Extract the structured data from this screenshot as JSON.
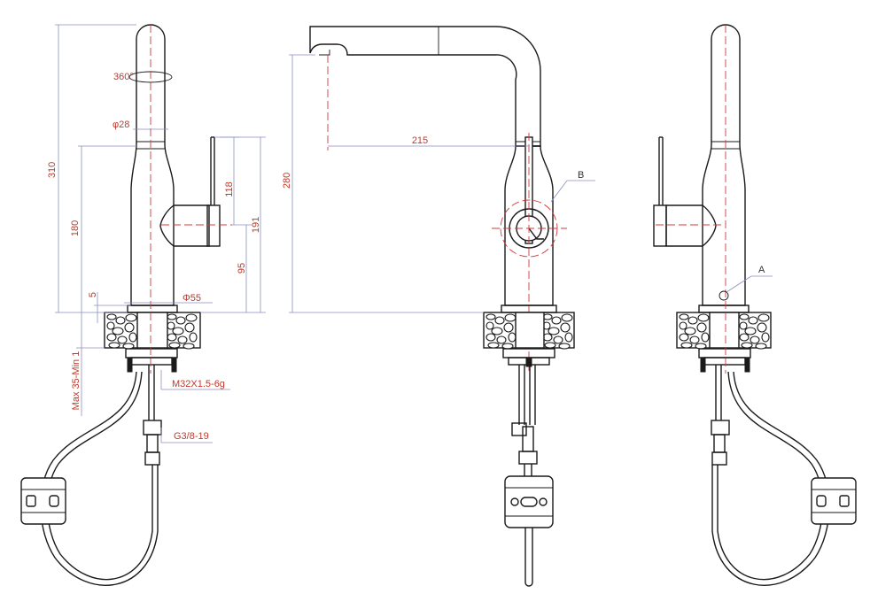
{
  "dimensions": {
    "total_height": "310",
    "rotation": "360°",
    "spout_diameter": "φ28",
    "height_180": "180",
    "height_118": "118",
    "height_191": "191",
    "height_95": "95",
    "base_diameter": "Φ55",
    "gap_5": "5",
    "counter_thickness": "Max 35-Min 1",
    "thread_spec": "M32X1.5-6g",
    "hose_connector": "G3/8-19",
    "reach": "215",
    "spout_height": "280"
  },
  "callouts": {
    "b": "B",
    "a": "A"
  },
  "colors": {
    "outline": "#1a1a1a",
    "centerline": "#d23a3a",
    "dimension_line": "#8a8ec0",
    "dimension_text": "#c0392b"
  }
}
